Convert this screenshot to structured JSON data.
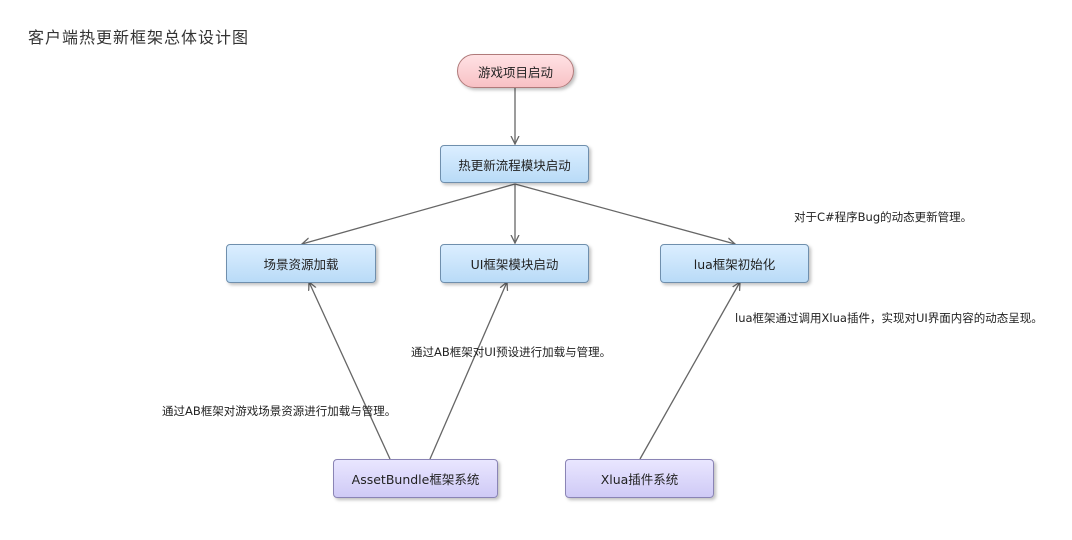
{
  "title": "客户端热更新框架总体设计图",
  "nodes": {
    "start": "游戏项目启动",
    "hotupdate": "热更新流程模块启动",
    "scene": "场景资源加载",
    "ui": "UI框架模块启动",
    "lua": "lua框架初始化",
    "assetbundle": "AssetBundle框架系统",
    "xlua": "Xlua插件系统"
  },
  "notes": {
    "csharp": "对于C#程序Bug的动态更新管理。",
    "lua": "lua框架通过调用Xlua插件，实现对UI界面内容的动态呈现。",
    "ui": "通过AB框架对UI预设进行加载与管理。",
    "scene": "通过AB框架对游戏场景资源进行加载与管理。"
  },
  "colors": {
    "start": "#f8c1c5",
    "module": "#b9dbf7",
    "system": "#cfcaf6",
    "edge": "#666666"
  }
}
